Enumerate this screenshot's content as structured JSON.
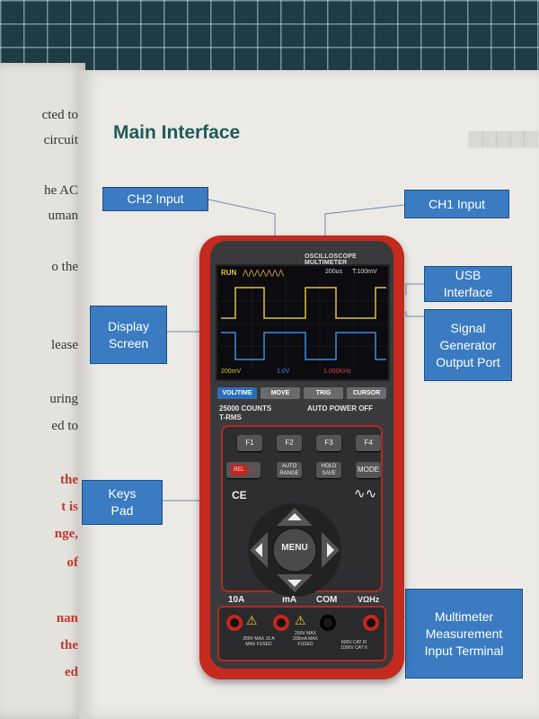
{
  "left_page": {
    "lines": [
      "cted to",
      "circuit",
      "he AC",
      "uman",
      "o the",
      "lease",
      "uring",
      "ed to",
      "the",
      "t  is",
      "nge,",
      "of",
      "nan",
      "the",
      "ed"
    ]
  },
  "page_title": "Main Interface",
  "callouts": {
    "ch2": "CH2 Input",
    "ch1": "CH1 Input",
    "usb": "USB Interface",
    "signal": "Signal Generator Output Port",
    "display": "Display Screen",
    "keys": "Keys Pad",
    "terminal": "Multimeter Measurement Input Terminal"
  },
  "device": {
    "brand": "OSCILLOSCOPE MULTIMETER",
    "screen": {
      "run": "RUN",
      "timebase": "200us",
      "trigger": "T:100mV",
      "ch1_scale": "200mV",
      "ch2_scale": "1.0V",
      "generator": "1.000KHz"
    },
    "func_buttons": [
      "VOL/TIME",
      "MOVE",
      "TRIG",
      "CURSOR"
    ],
    "counts": "25000 COUNTS",
    "trms": "T-RMS",
    "auto_power": "AUTO POWER OFF",
    "f_keys": [
      "F1",
      "F2",
      "F3",
      "F4"
    ],
    "keys_row2": [
      "REL",
      "AUTO RANGE",
      "HOLD SAVE",
      "MODE"
    ],
    "ce": "CE",
    "menu": "MENU",
    "terminal_labels": [
      "10A",
      "mA",
      "COM",
      "VΩHz"
    ],
    "ratings": [
      "250V MAX 10 A MAX FUSED",
      "250V MAX 200mA MAX FUSED",
      "600V CAT III 1000V CAT II"
    ]
  },
  "colors": {
    "callout_bg": "#3a7bc1",
    "title": "#1f5b58",
    "device_red": "#c42a1f",
    "ch1_trace": "#e0c23a",
    "ch2_trace": "#3b8ee0"
  }
}
